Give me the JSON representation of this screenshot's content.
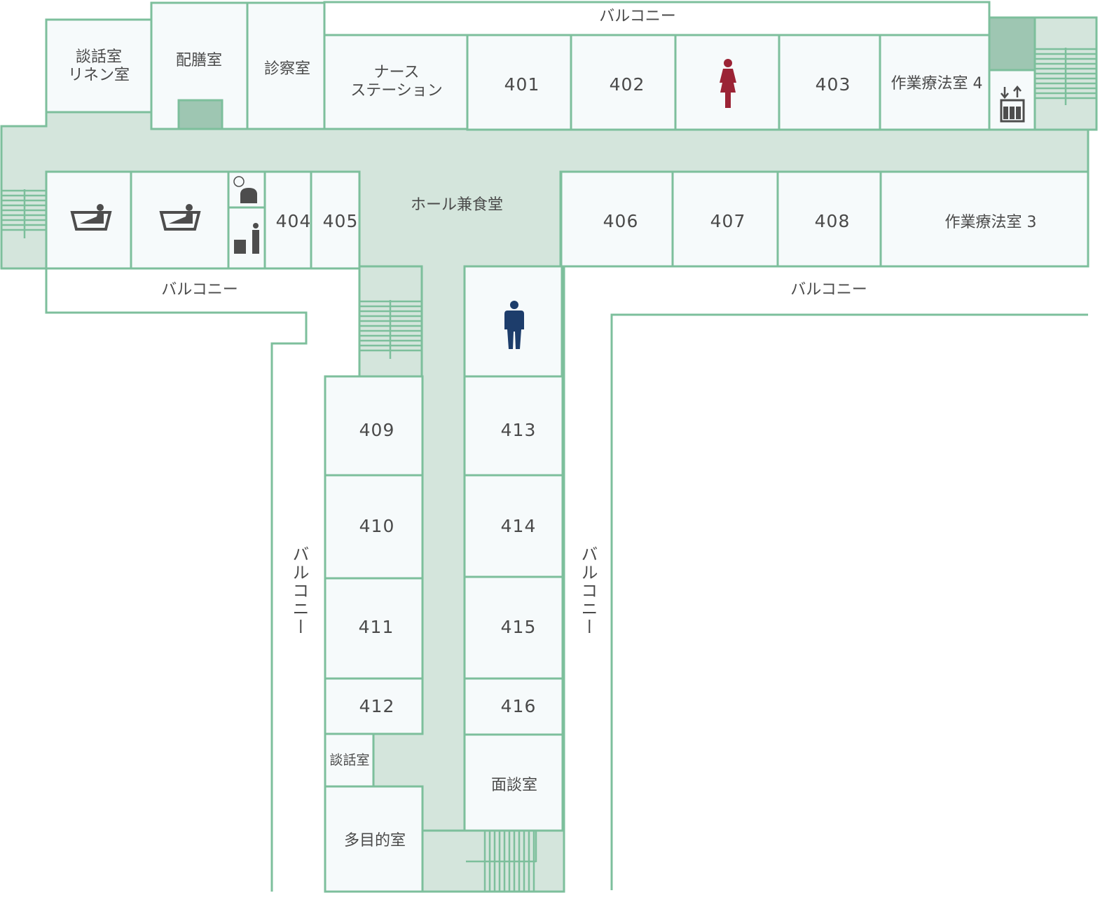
{
  "colors": {
    "wall": "#7dbf9c",
    "corridor": "#d4e5dc",
    "room": "#f6fafb",
    "shaft": "#9ec6b2",
    "female": "#9b2335",
    "male": "#1d3d6b",
    "text": "#4a4a4a"
  },
  "balconies": {
    "top": "バルコニー",
    "left": "バルコニー",
    "right": "バルコニー",
    "left_vertical": "バルコニー",
    "right_vertical": "バルコニー"
  },
  "rooms": {
    "lounge_linen_1": "談話室",
    "lounge_linen_2": "リネン室",
    "pantry": "配膳室",
    "exam": "診察室",
    "nurse_1": "ナース",
    "nurse_2": "ステーション",
    "r401": "401",
    "r402": "402",
    "r403": "403",
    "ot4": "作業療法室 4",
    "r404": "404",
    "r405": "405",
    "hall": "ホール兼食堂",
    "r406": "406",
    "r407": "407",
    "r408": "408",
    "ot3": "作業療法室 3",
    "r409": "409",
    "r410": "410",
    "r411": "411",
    "r412": "412",
    "r413": "413",
    "r414": "414",
    "r415": "415",
    "r416": "416",
    "lounge": "談話室",
    "interview": "面談室",
    "multipurpose": "多目的室"
  },
  "icons": [
    "female-toilet-icon",
    "male-toilet-icon",
    "elevator-icon",
    "bathtub-icon",
    "kettle-icon",
    "laundry-icon",
    "stairs-icon"
  ]
}
